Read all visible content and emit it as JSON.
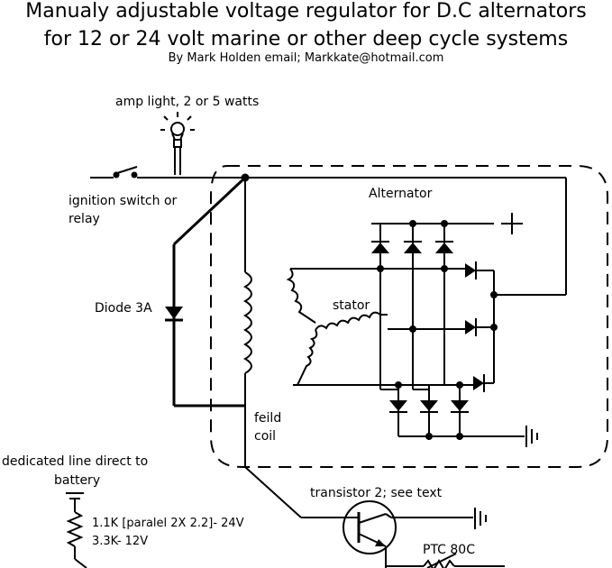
{
  "header": {
    "title_line1": "Manualy adjustable voltage regulator for D.C alternators",
    "title_line2": "for 12 or 24 volt marine or other deep cycle systems",
    "byline": "By Mark Holden email; Markkate@hotmail.com"
  },
  "labels": {
    "amp_light": "amp light, 2 or 5 watts",
    "ignition_line1": "ignition switch or",
    "ignition_line2": "relay",
    "alternator": "Alternator",
    "diode": "Diode 3A",
    "stator": "stator",
    "field_line1": "feild",
    "field_line2": "coil",
    "dedicated_line1": "dedicated line direct to",
    "dedicated_line2": "battery",
    "resistor_line1": "1.1K [paralel 2X 2.2]-  24V",
    "resistor_line2": "3.3K- 12V",
    "transistor": "transistor 2; see text",
    "ptc": "PTC 80C"
  }
}
